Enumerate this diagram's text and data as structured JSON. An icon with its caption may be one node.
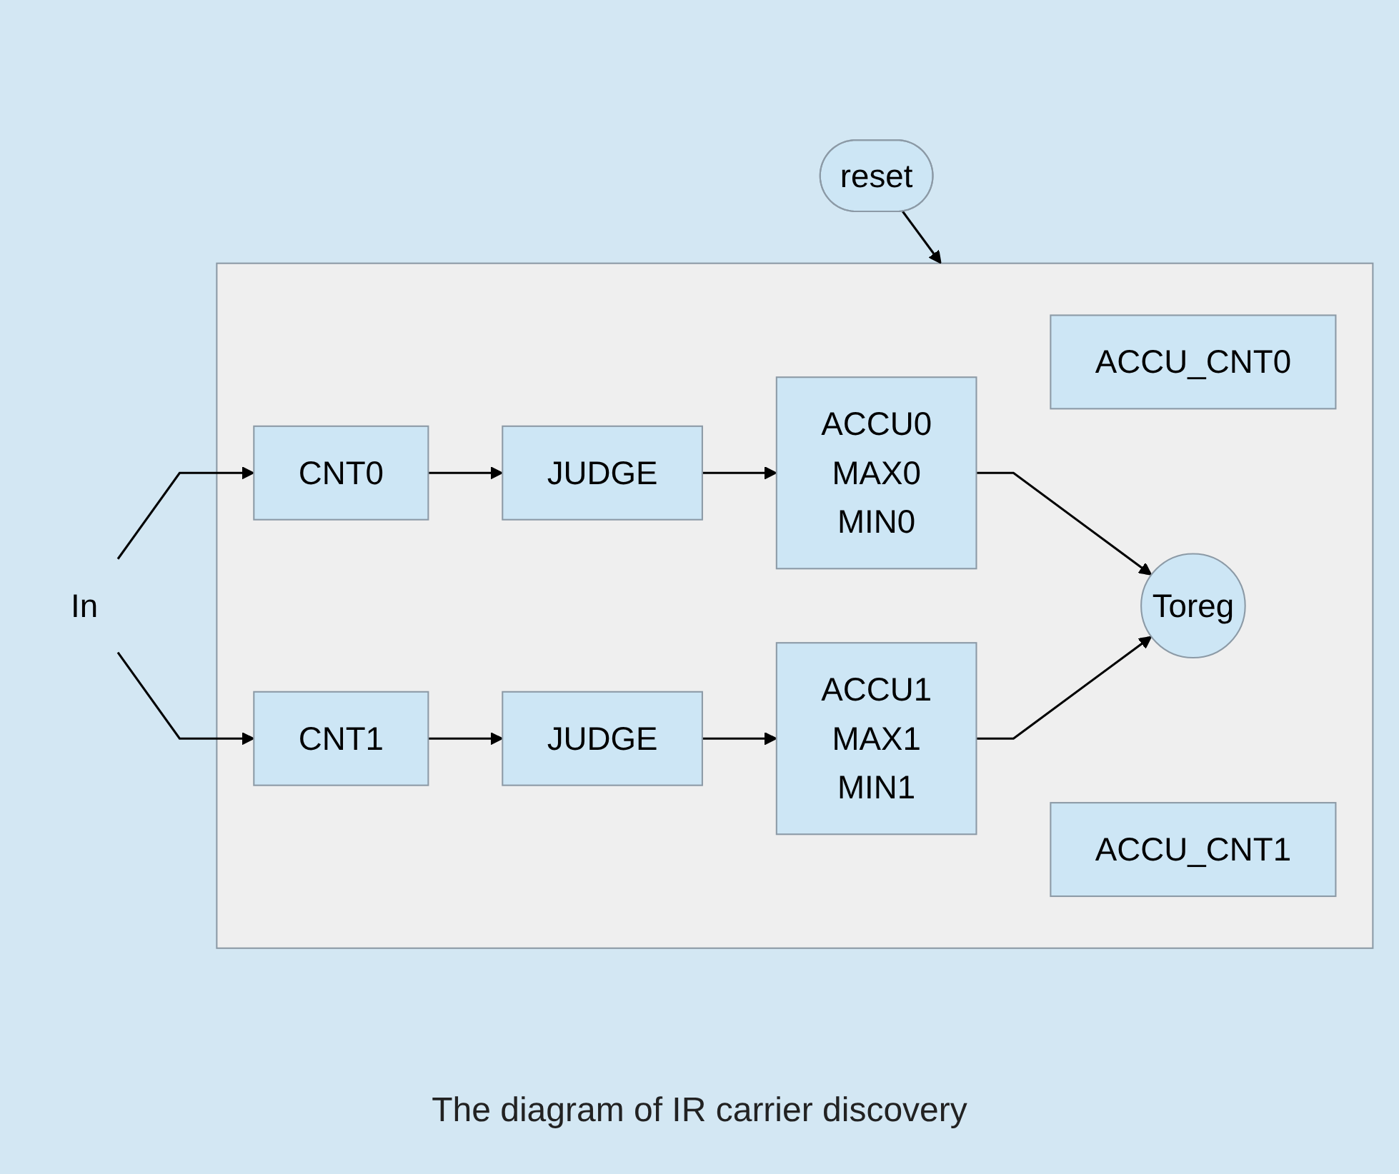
{
  "diagram": {
    "caption": "The diagram of IR carrier discovery",
    "nodes": [
      {
        "text": [
          "reset"
        ]
      },
      {
        "text": [
          "In"
        ]
      },
      {
        "text": [],
        "shape": "box"
      },
      {
        "text": [
          "ACCU_CNT0"
        ],
        "in": 2
      },
      {
        "text": [
          "CNT0"
        ],
        "in": 2
      },
      {
        "text": [
          "JUDGE"
        ],
        "in": 2
      },
      {
        "text": [
          "ACCU0",
          "MAX0",
          "MIN0"
        ],
        "in": 2
      },
      {
        "text": [
          "Toreg"
        ],
        "in": 2
      },
      {
        "text": [
          "CNT1"
        ],
        "in": 2
      },
      {
        "text": [
          "JUDGE"
        ],
        "in": 2
      },
      {
        "text": [
          "ACCU1",
          "MAX1",
          "MIN1"
        ],
        "in": 2
      },
      {
        "text": [
          "ACCU_CNT1"
        ],
        "in": 2
      }
    ],
    "edges": [
      {
        "from": 0,
        "to": 2,
        "arrow": "to"
      },
      {
        "from": 1,
        "to": 4,
        "arrow": "to"
      },
      {
        "from": 1,
        "to": 8,
        "arrow": "to"
      },
      {
        "from": 4,
        "to": 5,
        "arrow": "to"
      },
      {
        "from": 5,
        "to": 6,
        "arrow": "to"
      },
      {
        "from": 6,
        "to": 7,
        "arrow": "to"
      },
      {
        "from": 8,
        "to": 9,
        "arrow": "to"
      },
      {
        "from": 9,
        "to": 10,
        "arrow": "to"
      },
      {
        "from": 10,
        "to": 7,
        "arrow": "to"
      }
    ]
  }
}
